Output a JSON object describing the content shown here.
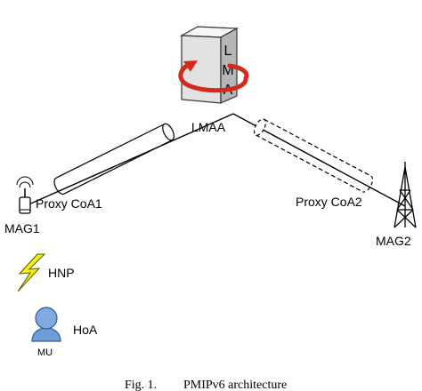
{
  "diagram": {
    "labels": {
      "lmaa": "LMAA",
      "lma_l": "L",
      "lma_m": "M",
      "lma_a": "A",
      "proxy_coa1": "Proxy CoA1",
      "proxy_coa2": "Proxy CoA2",
      "mag1": "MAG1",
      "mag2": "MAG2",
      "hnp": "HNP",
      "hoa": "HoA",
      "mu": "MU"
    },
    "caption_num": "Fig. 1.",
    "caption_title": "PMIPv6 architecture",
    "colors": {
      "server_light": "#ececec",
      "server_dark": "#a9a9a9",
      "rotation_arrow": "#d42a1e",
      "lightning": "#f2ef14",
      "user": "#6f9ed6",
      "user_outline": "#2f5d95"
    }
  }
}
